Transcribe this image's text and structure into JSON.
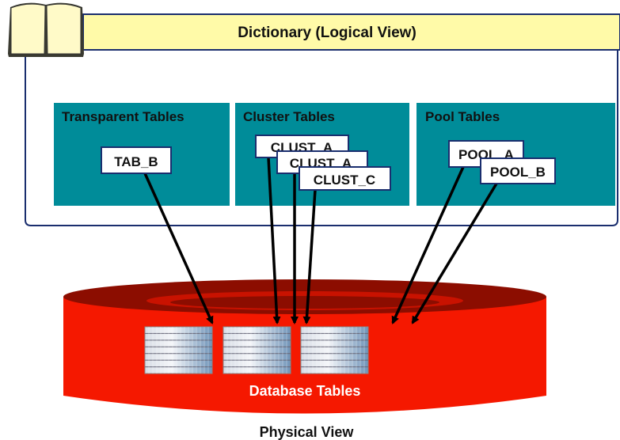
{
  "header": {
    "title": "Dictionary (Logical View)",
    "icon": "open-book-icon"
  },
  "categories": [
    {
      "title": "Transparent Tables",
      "tables": [
        "TAB_B"
      ]
    },
    {
      "title": "Cluster Tables",
      "tables": [
        "CLUST_A",
        "CLUST_A",
        "CLUST_C"
      ]
    },
    {
      "title": "Pool Tables",
      "tables": [
        "POOL_A",
        "POOL_B"
      ]
    }
  ],
  "database": {
    "label": "Database Tables"
  },
  "footer": {
    "label": "Physical View"
  },
  "colors": {
    "header": "#FFFAA8",
    "category": "#008C99",
    "database": "#F51800",
    "database_top": "#8C0D00",
    "border": "#1A2E6E"
  }
}
